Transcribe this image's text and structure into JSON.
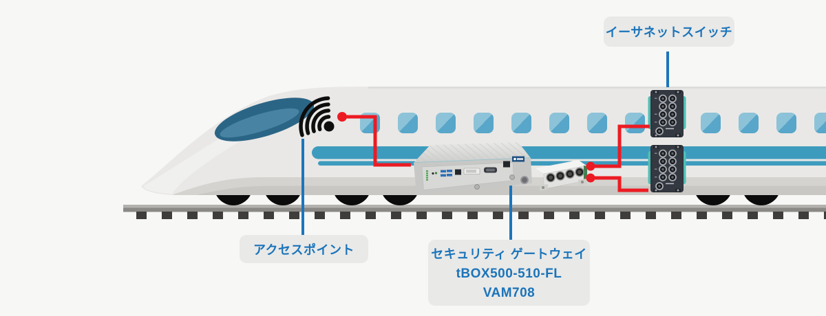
{
  "labels": {
    "ethernet_switch": "イーサネットスイッチ",
    "access_point": "アクセスポイント",
    "security_gateway_line1": "セキュリティ ゲートウェイ",
    "security_gateway_line2": "tBOX500-510-FL",
    "security_gateway_line3": "VAM708"
  },
  "icons": {
    "wifi_icon": "wifi-signal-arcs-with-dot",
    "connection_dot": "filled-red-circle"
  },
  "colors": {
    "page_bg": "#f7f7f5",
    "label_bg": "#e9e9e8",
    "label_text": "#1b74b9",
    "callout_blue": "#1c75bb",
    "connection_red": "#ec1b23",
    "stripe_teal": "#3d9cbe",
    "window_light": "#8cc3d8",
    "window_dark": "#58a6c9",
    "windshield_dark": "#2b6586",
    "windshield_light": "#4c86a6",
    "switch_accent": "#4fbeb4",
    "train_body": "#e9e8e6",
    "skirt_gray": "#d5d3cf",
    "rail_gray": "#8b8985",
    "tie_gray": "#3e3d3b",
    "wheel_black": "#0b0b0b",
    "wifi_black": "#0e0e0e"
  }
}
